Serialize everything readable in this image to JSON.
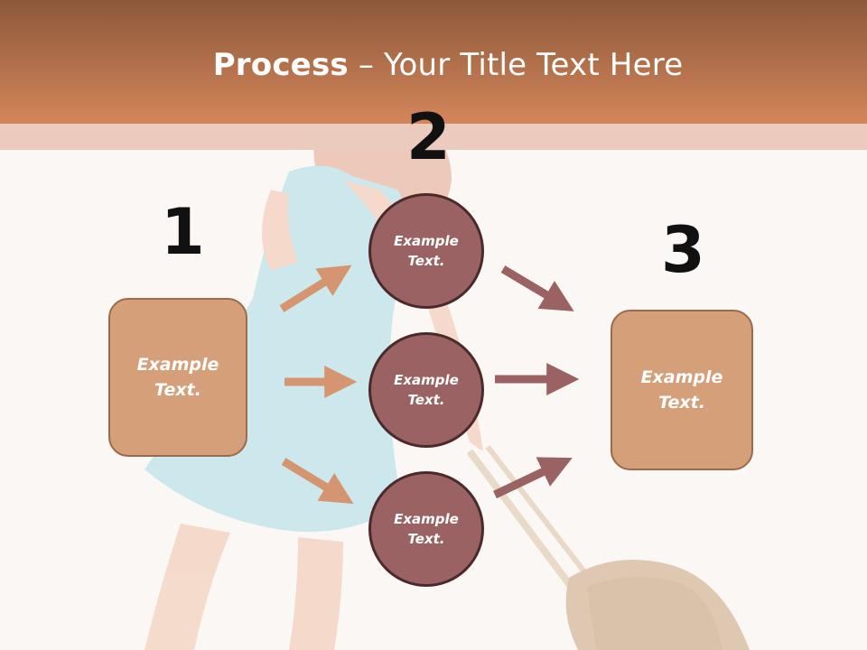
{
  "slide": {
    "title_bold": "Process",
    "title_rest": " – Your Title Text Here"
  },
  "steps": {
    "one": {
      "number": "1",
      "text": "Example\nText."
    },
    "two": {
      "number": "2"
    },
    "three": {
      "number": "3",
      "text": "Example\nText."
    }
  },
  "circles": [
    {
      "text": "Example\nText."
    },
    {
      "text": "Example\nText."
    },
    {
      "text": "Example\nText."
    }
  ],
  "colors": {
    "header": "#c9805a",
    "box_fill": "#d59f79",
    "circle_fill": "#9b6263",
    "arrow_left": "#d59570",
    "arrow_right": "#9b6263"
  }
}
